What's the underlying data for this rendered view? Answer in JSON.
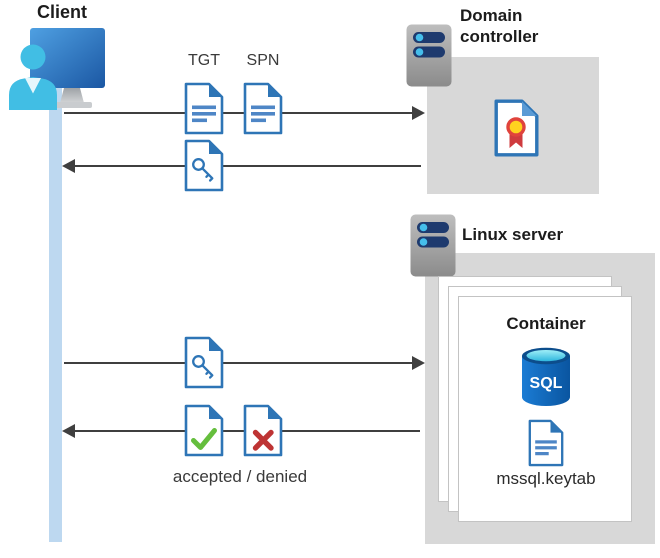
{
  "diagram": {
    "client": {
      "label": "Client"
    },
    "messages": {
      "tgt": "TGT",
      "spn": "SPN",
      "result": "accepted / denied"
    },
    "domain_controller": {
      "label": "Domain controller"
    },
    "linux_server": {
      "label": "Linux server"
    },
    "container": {
      "label": "Container",
      "sql_icon_text": "SQL",
      "keytab_file": "mssql.keytab"
    },
    "icons": {
      "client": "user-with-monitor-icon",
      "servers": "server-rack-icon",
      "tgt_spn": "document-icon",
      "service_ticket": "key-document-icon",
      "certificate": "certificate-document-icon",
      "accepted": "checkmark-document-icon",
      "denied": "x-document-icon",
      "database": "sql-database-icon",
      "keytab": "document-icon"
    },
    "colors": {
      "doc_border_blue": "#2e75b6",
      "doc_line_blue": "#4e86c6",
      "fold_light_blue": "#5b9bd5",
      "accepted_green": "#65be3d",
      "denied_red": "#be3434",
      "arrow_gray": "#3f3f3f",
      "box_gray": "#d8d8d8",
      "lifeline_blue": "#bdd8f0",
      "server_bar_navy": "#1e3a6e",
      "server_dot_cyan": "#45beeb",
      "sql_blue": "#0a55a0",
      "sql_cyan": "#2fb7de",
      "person_cyan": "#41bee4",
      "cert_yellow": "#ffd21f",
      "cert_red": "#cf3b3e"
    }
  }
}
